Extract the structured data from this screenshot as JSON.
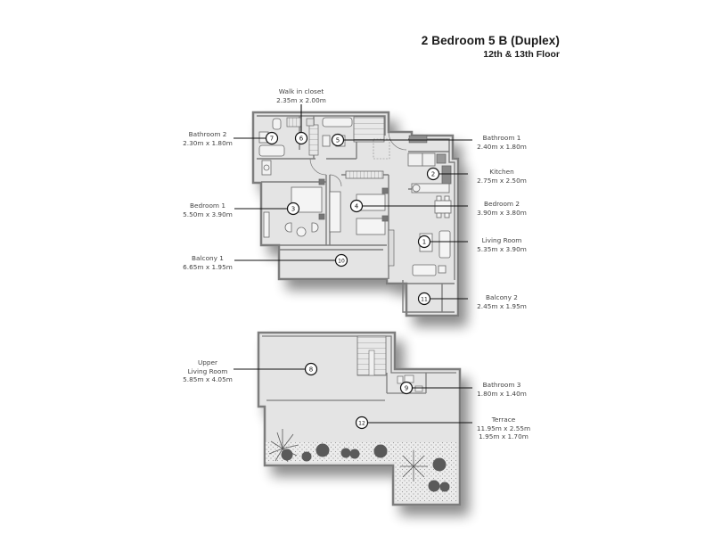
{
  "title": {
    "unit": "2 Bedroom 5 B (Duplex)",
    "floors": "12th & 13th  Floor"
  },
  "rooms": [
    {
      "num": "1",
      "name": "Living Room",
      "dims": [
        "5.35m x 3.90m"
      ]
    },
    {
      "num": "2",
      "name": "Kitchen",
      "dims": [
        "2.75m x 2.50m"
      ]
    },
    {
      "num": "3",
      "name": "Bedroom 1",
      "dims": [
        "5.50m x 3.90m"
      ]
    },
    {
      "num": "4",
      "name": "Bedroom 2",
      "dims": [
        "3.90m x 3.80m"
      ]
    },
    {
      "num": "5",
      "name": "Bathroom 1",
      "dims": [
        "2.40m x 1.80m"
      ]
    },
    {
      "num": "6",
      "name": "Walk in closet",
      "dims": [
        "2.35m x 2.00m"
      ]
    },
    {
      "num": "7",
      "name": "Bathroom 2",
      "dims": [
        "2.30m x 1.80m"
      ]
    },
    {
      "num": "8",
      "name": "Upper Living Room",
      "name_lines": [
        "Upper",
        "Living Room"
      ],
      "dims": [
        "5.85m x 4.05m"
      ]
    },
    {
      "num": "9",
      "name": "Bathroom 3",
      "dims": [
        "1.80m x 1.40m"
      ]
    },
    {
      "num": "10",
      "name": "Balcony 1",
      "dims": [
        "6.65m x 1.95m"
      ]
    },
    {
      "num": "11",
      "name": "Balcony 2",
      "dims": [
        "2.45m x 1.95m"
      ]
    },
    {
      "num": "12",
      "name": "Terrace",
      "dims": [
        "11.95m x 2.55m",
        "1.95m x 1.70m"
      ]
    }
  ],
  "labels": {
    "walk_in_closet": {
      "name": "Walk in closet",
      "dims": "2.35m x 2.00m"
    },
    "bathroom2": {
      "name": "Bathroom 2",
      "dims": "2.30m x 1.80m"
    },
    "bathroom1": {
      "name": "Bathroom 1",
      "dims": "2.40m x 1.80m"
    },
    "kitchen": {
      "name": "Kitchen",
      "dims": "2.75m x 2.50m"
    },
    "bedroom1": {
      "name": "Bedroom 1",
      "dims": "5.50m x 3.90m"
    },
    "bedroom2": {
      "name": "Bedroom 2",
      "dims": "3.90m x 3.80m"
    },
    "living_room": {
      "name": "Living Room",
      "dims": "5.35m x 3.90m"
    },
    "balcony1": {
      "name": "Balcony 1",
      "dims": "6.65m x 1.95m"
    },
    "balcony2": {
      "name": "Balcony 2",
      "dims": "2.45m x 1.95m"
    },
    "upper_living": {
      "name1": "Upper",
      "name2": "Living Room",
      "dims": "5.85m x 4.05m"
    },
    "bathroom3": {
      "name": "Bathroom 3",
      "dims": "1.80m x 1.40m"
    },
    "terrace": {
      "name": "Terrace",
      "dims1": "11.95m x 2.55m",
      "dims2": "1.95m x 1.70m"
    }
  },
  "callouts": {
    "c1": "1",
    "c2": "2",
    "c3": "3",
    "c4": "4",
    "c5": "5",
    "c6": "6",
    "c7": "7",
    "c8": "8",
    "c9": "9",
    "c10": "10",
    "c11": "11",
    "c12": "12"
  },
  "colors": {
    "floor": "#e6e6e6",
    "wall": "#8a8a8a",
    "line": "#1a1a1a",
    "plant": "#5a5a5a"
  }
}
